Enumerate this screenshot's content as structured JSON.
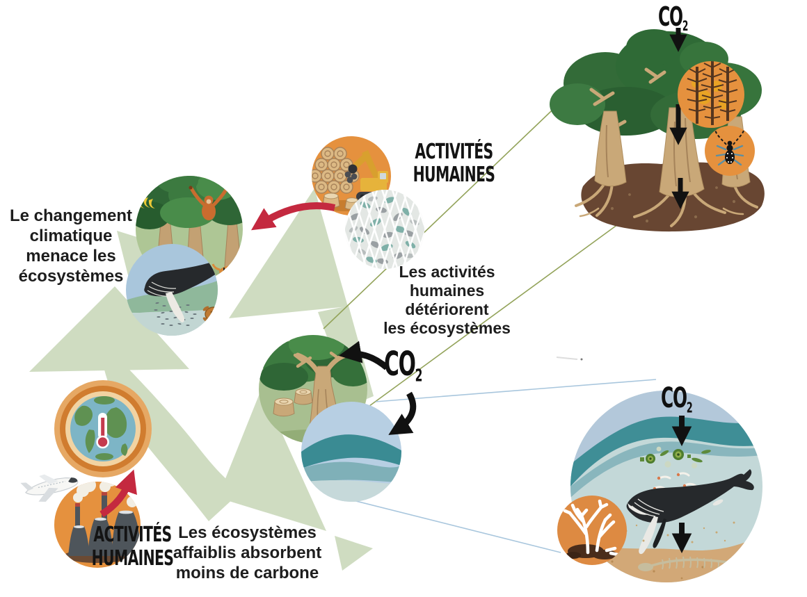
{
  "labels": {
    "climate_threat": "Le changement\nclimatique\nmenace les\nécosystèmes",
    "human_activities_top": "ACTIVITÉS\nHUMAINES",
    "deteriorate": "Les activités\nhumaines\ndétériorent\nles écosystèmes",
    "weakened": "Les écosystèmes\naffaiblis absorbent\nmoins de carbone",
    "human_activities_bottom": "ACTIVITÉS\nHUMAINES",
    "co2": {
      "main": "CO",
      "sub": "2"
    }
  },
  "colors": {
    "cycle_arrow_green": "#cfdcc1",
    "connector_olive": "#93a35a",
    "connector_blue": "#a8c6dd",
    "red_arrow": "#c4293f",
    "orange_badge": "#e5913e",
    "text": "#1d1d1d",
    "co2_black": "#111111"
  },
  "icons": [
    "rainforest-ecosystem-icon",
    "marine-ecosystem-icon",
    "logging-icon",
    "fishing-net-icon",
    "warming-earth-icon",
    "thermometer-icon",
    "factory-emissions-icon",
    "airplane-icon",
    "deforested-tree-icon",
    "weakened-water-icon",
    "forest-carbon-sink-icon",
    "dead-trees-icon",
    "bark-beetle-icon",
    "ocean-carbon-sink-icon",
    "bleached-coral-icon",
    "whale-icon",
    "plankton-icon",
    "krill-icon",
    "whale-skeleton-icon",
    "cycle-arrow",
    "red-impact-arrow",
    "co2-flow-arrow"
  ]
}
